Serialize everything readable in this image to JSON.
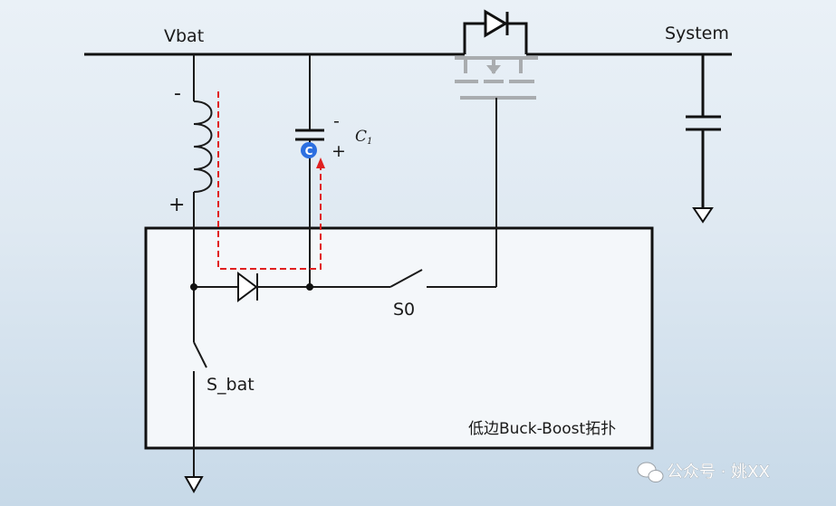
{
  "labels": {
    "vbat": "Vbat",
    "system": "System",
    "minus_left": "-",
    "plus_left": "+",
    "cap_minus": "-",
    "cap_plus": "+",
    "cap_name": "C",
    "cap_sub": "1",
    "cap_badge": "C",
    "s0": "S0",
    "s_bat": "S_bat",
    "topology": "低边Buck-Boost拓扑"
  },
  "watermark": {
    "text": "公众号 · 姚XX"
  },
  "colors": {
    "background_top": "#eaf1f7",
    "background_bottom": "#c7d9e8",
    "wire": "#1a1a1a",
    "mosfet_gray": "#a9acaf",
    "current_path_red": "#e02020",
    "badge_blue": "#2c6fe0",
    "box_fill": "#f4f7fa"
  },
  "icons": {
    "watermark": "wechat-icon"
  }
}
